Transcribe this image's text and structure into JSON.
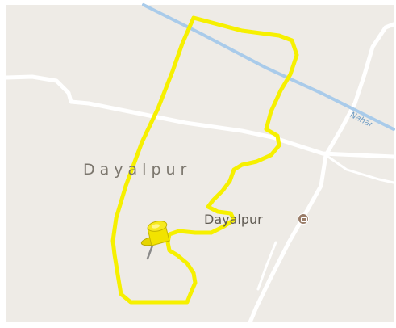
{
  "map": {
    "area_label": "Dayalpur",
    "place_label": "Dayalpur",
    "place_icon": "post-office-icon",
    "canal_label": "Nahar",
    "marker_icon": "yellow-pushpin-icon",
    "colors": {
      "land": "#eeebe6",
      "road": "#ffffff",
      "canal": "#a9cbea",
      "route": "#f6f000",
      "marker": "#f2e300",
      "post_office": "#9a7d69"
    }
  }
}
